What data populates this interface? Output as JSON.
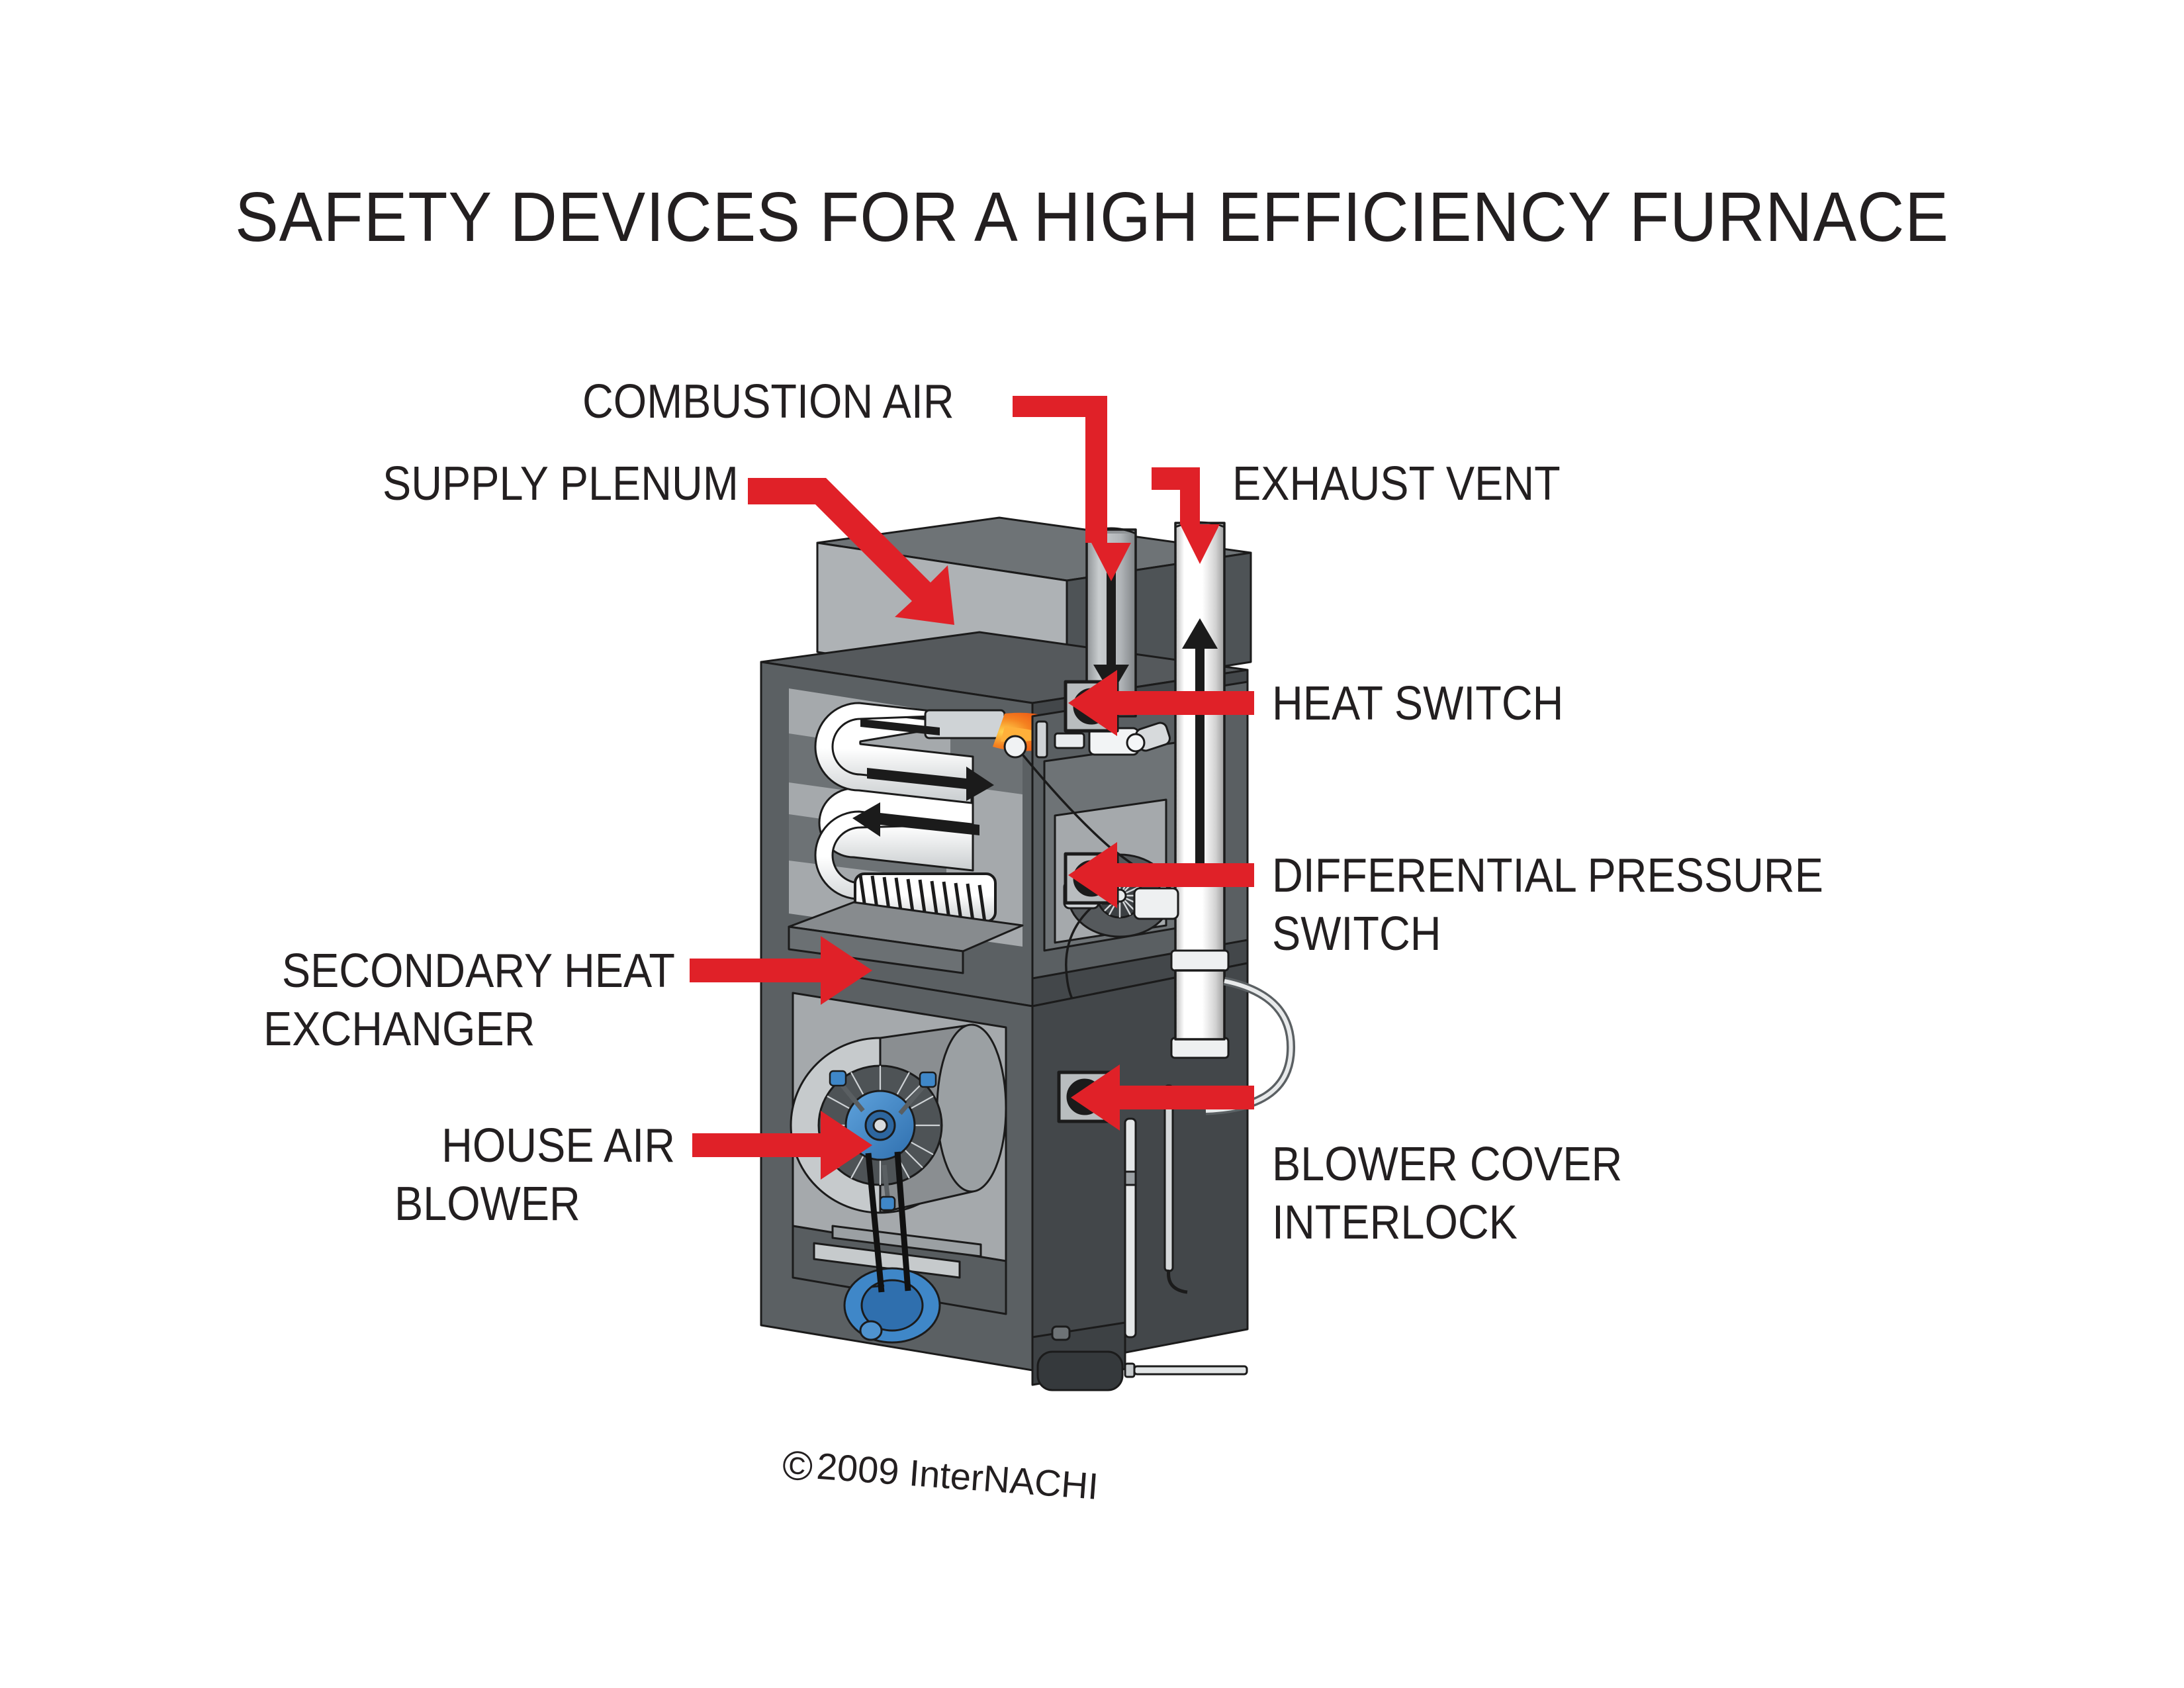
{
  "title": "SAFETY DEVICES FOR A HIGH EFFICIENCY FURNACE",
  "copyright": {
    "symbol": "©",
    "text": "2009  InterNACHI"
  },
  "colors": {
    "callout_red": "#E02128",
    "text": "#231f20",
    "cabinet_dark": "#4b4f52",
    "cabinet_mid": "#5e6367",
    "panel_light": "#a9adb0",
    "panel_lighter": "#c2c6c8",
    "blower_blue": "#3f87c8",
    "flame_orange": "#f05a14",
    "pipe_white": "#f7f7f7"
  },
  "labels": [
    {
      "id": "combustion-air",
      "text": "COMBUSTION AIR",
      "side": "left"
    },
    {
      "id": "supply-plenum",
      "text": "SUPPLY PLENUM",
      "side": "left"
    },
    {
      "id": "exhaust-vent",
      "text": "EXHAUST VENT",
      "side": "right"
    },
    {
      "id": "heat-switch",
      "text": "HEAT SWITCH",
      "side": "right"
    },
    {
      "id": "diff-pressure-1",
      "text": "DIFFERENTIAL PRESSURE",
      "side": "right"
    },
    {
      "id": "diff-pressure-2",
      "text": "SWITCH",
      "side": "right"
    },
    {
      "id": "secondary-heat-1",
      "text": "SECONDARY HEAT",
      "side": "left"
    },
    {
      "id": "secondary-heat-2",
      "text": "EXCHANGER",
      "side": "left"
    },
    {
      "id": "house-air-1",
      "text": "HOUSE AIR",
      "side": "left"
    },
    {
      "id": "house-air-2",
      "text": "BLOWER",
      "side": "left"
    },
    {
      "id": "blower-cover-1",
      "text": "BLOWER COVER",
      "side": "right"
    },
    {
      "id": "blower-cover-2",
      "text": "INTERLOCK",
      "side": "right"
    }
  ],
  "callouts": {
    "combustion_air": "COMBUSTION AIR",
    "supply_plenum": "SUPPLY PLENUM",
    "exhaust_vent": "EXHAUST VENT",
    "heat_switch": "HEAT SWITCH",
    "differential_pressure_switch_line1": "DIFFERENTIAL PRESSURE",
    "differential_pressure_switch_line2": "SWITCH",
    "secondary_heat_exchanger_line1": "SECONDARY HEAT",
    "secondary_heat_exchanger_line2": "EXCHANGER",
    "house_air_blower_line1": "HOUSE AIR",
    "house_air_blower_line2": "BLOWER",
    "blower_cover_interlock_line1": "BLOWER COVER",
    "blower_cover_interlock_line2": "INTERLOCK"
  }
}
